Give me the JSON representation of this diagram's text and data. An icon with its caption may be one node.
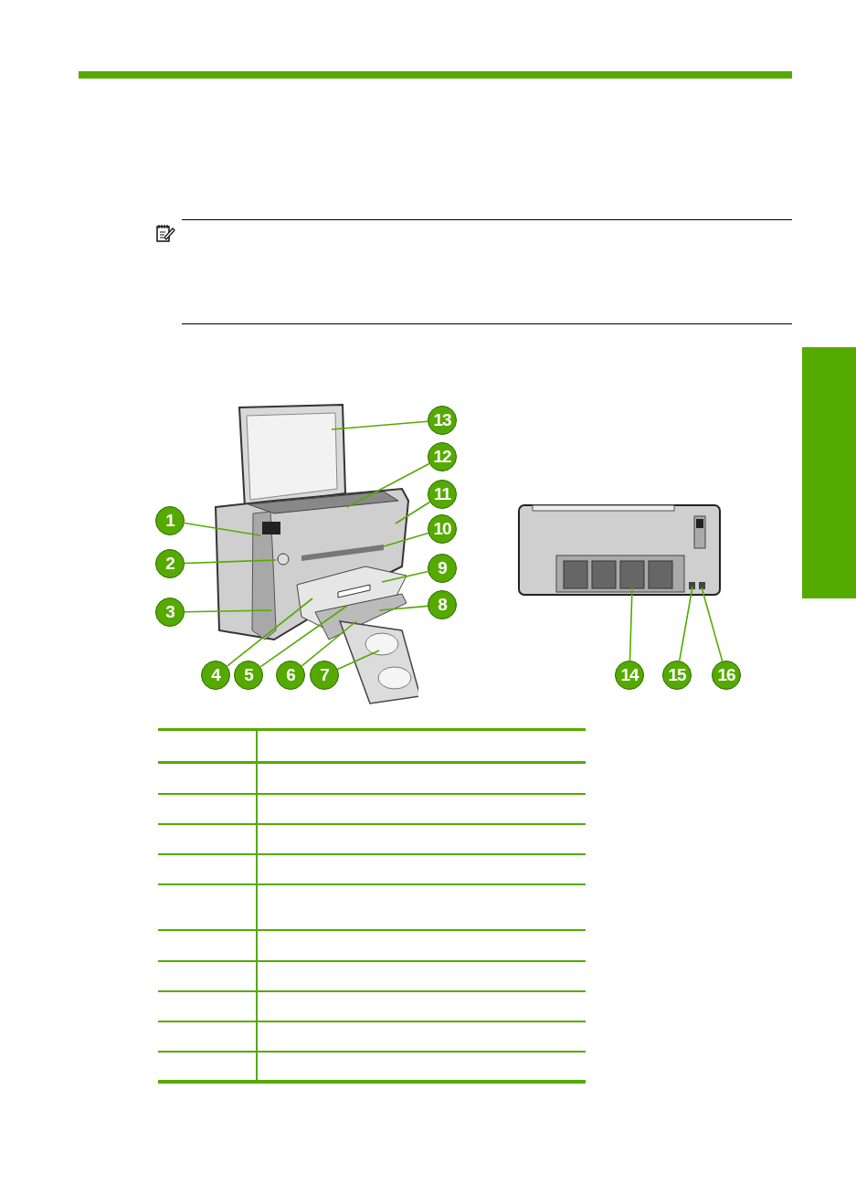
{
  "diagram": {
    "nodes": [
      {
        "text": [
          "1"
        ]
      },
      {
        "text": [
          "2"
        ]
      },
      {
        "text": [
          "3"
        ]
      },
      {
        "text": [
          "4"
        ]
      },
      {
        "text": [
          "5"
        ]
      },
      {
        "text": [
          "6"
        ]
      },
      {
        "text": [
          "7"
        ]
      },
      {
        "text": [
          "8"
        ]
      },
      {
        "text": [
          "9"
        ]
      },
      {
        "text": [
          "10"
        ]
      },
      {
        "text": [
          "11"
        ]
      },
      {
        "text": [
          "12"
        ]
      },
      {
        "text": [
          "13"
        ]
      },
      {
        "text": [
          "14"
        ]
      },
      {
        "text": [
          "15"
        ]
      },
      {
        "text": [
          "16"
        ]
      },
      {
        "text": [],
        "shape": "bar"
      }
    ],
    "edges": [
      {
        "from": 0,
        "to": null,
        "arrow": "none"
      },
      {
        "from": 1,
        "to": null,
        "arrow": "none"
      },
      {
        "from": 2,
        "to": null,
        "arrow": "none"
      },
      {
        "from": 3,
        "to": null,
        "arrow": "none"
      },
      {
        "from": 4,
        "to": null,
        "arrow": "none"
      },
      {
        "from": 5,
        "to": null,
        "arrow": "none"
      },
      {
        "from": 6,
        "to": null,
        "arrow": "none"
      },
      {
        "from": 7,
        "to": null,
        "arrow": "none"
      },
      {
        "from": 8,
        "to": null,
        "arrow": "none"
      },
      {
        "from": 9,
        "to": null,
        "arrow": "none"
      },
      {
        "from": 10,
        "to": null,
        "arrow": "none"
      },
      {
        "from": 11,
        "to": null,
        "arrow": "none"
      },
      {
        "from": 12,
        "to": null,
        "arrow": "none"
      },
      {
        "from": 13,
        "to": null,
        "arrow": "none"
      },
      {
        "from": 14,
        "to": null,
        "arrow": "none"
      },
      {
        "from": 15,
        "to": null,
        "arrow": "none"
      }
    ]
  }
}
